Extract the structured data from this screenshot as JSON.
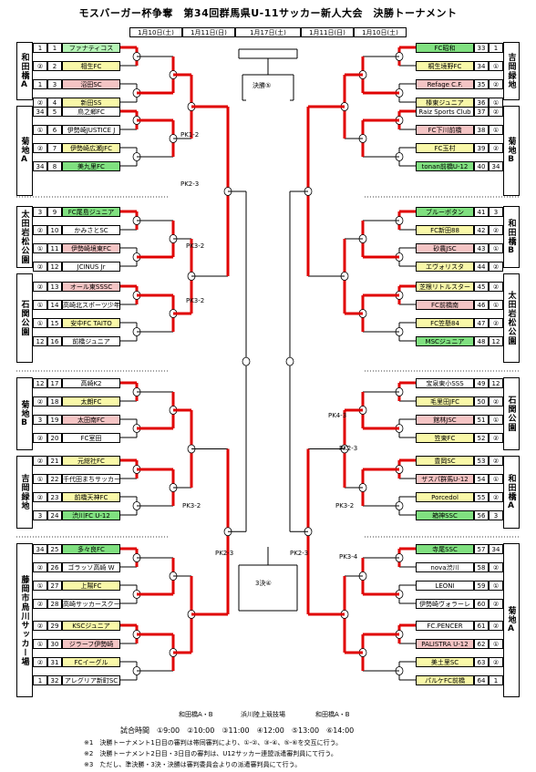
{
  "title": "モスバーガー杯争奪　第34回群馬県U-11サッカー新人大会　決勝トーナメント",
  "dates": [
    "1月10日(土)",
    "1月11日(日)",
    "1月17日(土)",
    "1月11日(日)",
    "1月10日(土)"
  ],
  "final_label": "決勝⑤",
  "third_label": "3決④",
  "sections_left": [
    "和田橋A",
    "菊地A",
    "太田岩松公園",
    "石関公園",
    "菊地B",
    "吉岡緑地",
    "藤岡市烏川サッカー場"
  ],
  "sections_right": [
    "吉岡緑地",
    "菊地B",
    "和田橋B",
    "太田岩松公園",
    "石関公園",
    "和田橋A",
    "菊地A"
  ],
  "left_teams": [
    {
      "seed": "1",
      "num": "1",
      "name": "ファナティコス",
      "color": "#b6f5b6"
    },
    {
      "seed": "②",
      "num": "2",
      "name": "相生FC",
      "color": "#f9f8a8"
    },
    {
      "seed": "1",
      "num": "3",
      "name": "沼田SC",
      "color": "#f4c4c4"
    },
    {
      "seed": "②",
      "num": "4",
      "name": "新田SS",
      "color": "#f9f8a8"
    },
    {
      "seed": "34",
      "num": "5",
      "name": "鳥之郷FC",
      "color": "#ffffff"
    },
    {
      "seed": "①",
      "num": "6",
      "name": "伊勢崎JUSTICE J",
      "color": "#ffffff"
    },
    {
      "seed": "②",
      "num": "7",
      "name": "伊勢崎広瀬JFC",
      "color": "#f9f8a8"
    },
    {
      "seed": "34",
      "num": "8",
      "name": "美九里FC",
      "color": "#80e080"
    },
    {
      "seed": "3",
      "num": "9",
      "name": "FC尾島ジュニア",
      "color": "#80e080"
    },
    {
      "seed": "②",
      "num": "10",
      "name": "かみさとSC",
      "color": "#ffffff"
    },
    {
      "seed": "①",
      "num": "11",
      "name": "伊勢崎境東FC",
      "color": "#f4c4c4"
    },
    {
      "seed": "②",
      "num": "12",
      "name": "JCINUS Jr",
      "color": "#ffffff"
    },
    {
      "seed": "②",
      "num": "13",
      "name": "オール東SSSC",
      "color": "#f4c4c4"
    },
    {
      "seed": "①",
      "num": "14",
      "name": "高崎北スポーツ少年団",
      "color": "#ffffff"
    },
    {
      "seed": "①",
      "num": "15",
      "name": "安中FC TAITO",
      "color": "#f9f8a8"
    },
    {
      "seed": "12",
      "num": "16",
      "name": "前橋ジュニア",
      "color": "#ffffff"
    },
    {
      "seed": "12",
      "num": "17",
      "name": "高崎K2",
      "color": "#ffffff"
    },
    {
      "seed": "②",
      "num": "18",
      "name": "太朗FC",
      "color": "#f9f8a8"
    },
    {
      "seed": "3",
      "num": "19",
      "name": "太田南FC",
      "color": "#f4c4c4"
    },
    {
      "seed": "②",
      "num": "20",
      "name": "FC室田",
      "color": "#ffffff"
    },
    {
      "seed": "②",
      "num": "21",
      "name": "元総社FC",
      "color": "#f9f8a8"
    },
    {
      "seed": "①",
      "num": "22",
      "name": "千代田まちサッカークラブ",
      "color": "#ffffff"
    },
    {
      "seed": "②",
      "num": "23",
      "name": "前橋天神FC",
      "color": "#f9f8a8"
    },
    {
      "seed": "3",
      "num": "24",
      "name": "渋川FC U-12",
      "color": "#80e080"
    },
    {
      "seed": "34",
      "num": "25",
      "name": "多々良FC",
      "color": "#80e080"
    },
    {
      "seed": "②",
      "num": "26",
      "name": "ゴラッソ高崎 W",
      "color": "#ffffff"
    },
    {
      "seed": "①",
      "num": "27",
      "name": "上陽FC",
      "color": "#f9f8a8"
    },
    {
      "seed": "②",
      "num": "28",
      "name": "高崎サッカースクール",
      "color": "#ffffff"
    },
    {
      "seed": "②",
      "num": "29",
      "name": "KSCジュニア",
      "color": "#f9f8a8"
    },
    {
      "seed": "①",
      "num": "30",
      "name": "ジラーフ伊勢崎",
      "color": "#f4c4c4"
    },
    {
      "seed": "②",
      "num": "31",
      "name": "FCイーグル",
      "color": "#f9f8a8"
    },
    {
      "seed": "1",
      "num": "32",
      "name": "アレグリア新町SC",
      "color": "#ffffff"
    }
  ],
  "right_teams": [
    {
      "seed": "1",
      "num": "33",
      "name": "FC昭和",
      "color": "#80e080"
    },
    {
      "seed": "①",
      "num": "34",
      "name": "桐生境野FC",
      "color": "#f9f8a8"
    },
    {
      "seed": "②",
      "num": "35",
      "name": "Refage C.F.",
      "color": "#f4c4c4"
    },
    {
      "seed": "①",
      "num": "36",
      "name": "榛東ジュニア",
      "color": "#f9f8a8"
    },
    {
      "seed": "②",
      "num": "37",
      "name": "Raiz Sports Club",
      "color": "#ffffff"
    },
    {
      "seed": "①",
      "num": "38",
      "name": "FC下川前橋",
      "color": "#f4c4c4"
    },
    {
      "seed": "②",
      "num": "39",
      "name": "FC玉村",
      "color": "#f9f8a8"
    },
    {
      "seed": "34",
      "num": "40",
      "name": "tonan前橋U-12",
      "color": "#80e080"
    },
    {
      "seed": "3",
      "num": "41",
      "name": "ブルーボタン",
      "color": "#80e080"
    },
    {
      "seed": "②",
      "num": "42",
      "name": "FC新田88",
      "color": "#f9f8a8"
    },
    {
      "seed": "①",
      "num": "43",
      "name": "砂農JSC",
      "color": "#f4c4c4"
    },
    {
      "seed": "②",
      "num": "44",
      "name": "エヴォリスタ",
      "color": "#f9f8a8"
    },
    {
      "seed": "②",
      "num": "45",
      "name": "芝根リトルスター",
      "color": "#f9f8a8"
    },
    {
      "seed": "①",
      "num": "46",
      "name": "FC前橋南",
      "color": "#f4c4c4"
    },
    {
      "seed": "②",
      "num": "47",
      "name": "FC笠懸84",
      "color": "#f9f8a8"
    },
    {
      "seed": "12",
      "num": "48",
      "name": "MSCジュニア",
      "color": "#80e080"
    },
    {
      "seed": "12",
      "num": "49",
      "name": "宝泉東小SSS",
      "color": "#ffffff"
    },
    {
      "seed": "②",
      "num": "50",
      "name": "毛里田JFC",
      "color": "#f9f8a8"
    },
    {
      "seed": "①",
      "num": "51",
      "name": "館林JSC",
      "color": "#f4c4c4"
    },
    {
      "seed": "②",
      "num": "52",
      "name": "笠東FC",
      "color": "#f9f8a8"
    },
    {
      "seed": "②",
      "num": "53",
      "name": "豊岡SC",
      "color": "#f9f8a8"
    },
    {
      "seed": "①",
      "num": "54",
      "name": "ザスパ群馬U-12",
      "color": "#f4c4c4"
    },
    {
      "seed": "②",
      "num": "55",
      "name": "Porcedol",
      "color": "#f9f8a8"
    },
    {
      "seed": "3",
      "num": "56",
      "name": "箱神SSC",
      "color": "#80e080"
    },
    {
      "seed": "34",
      "num": "57",
      "name": "寺尾SSC",
      "color": "#80e080"
    },
    {
      "seed": "②",
      "num": "58",
      "name": "nova渋川",
      "color": "#ffffff"
    },
    {
      "seed": "①",
      "num": "59",
      "name": "LEONI",
      "color": "#ffffff"
    },
    {
      "seed": "②",
      "num": "60",
      "name": "伊勢崎ヴォラーレ",
      "color": "#ffffff"
    },
    {
      "seed": "②",
      "num": "61",
      "name": "FC.PENCER",
      "color": "#ffffff"
    },
    {
      "seed": "①",
      "num": "62",
      "name": "PALISTRA U-12",
      "color": "#f4c4c4"
    },
    {
      "seed": "②",
      "num": "63",
      "name": "美土里SC",
      "color": "#f9f8a8"
    },
    {
      "seed": "1",
      "num": "64",
      "name": "パルケFC前橋",
      "color": "#f9f8a8"
    }
  ],
  "pk_labels": [
    "PK1-2",
    "PK2-3",
    "PK3-2",
    "PK3-2",
    "PK3-2",
    "PK2-3",
    "PK2-3",
    "PK4-3",
    "PK2-3",
    "PK3-2",
    "PK3-4"
  ],
  "venues": [
    "和田橋A・B",
    "浜川陸上競技場",
    "和田橋A・B"
  ],
  "times": "試合時間　①9:00　②10:00　③11:00　④12:00　⑤13:00　⑥14:00",
  "notes": [
    "※1　決勝トーナメント1日目の審判は帯同審判により、①-②、③-④、⑤-⑥を交互に行う。",
    "※2　決勝トーナメント2日目・3日目の審判は、U12サッカー連盟派遣審判員にて行う。",
    "※3　ただし、準決勝・3決・決勝は審判委員会よりの派遣審判員にて行う。"
  ]
}
